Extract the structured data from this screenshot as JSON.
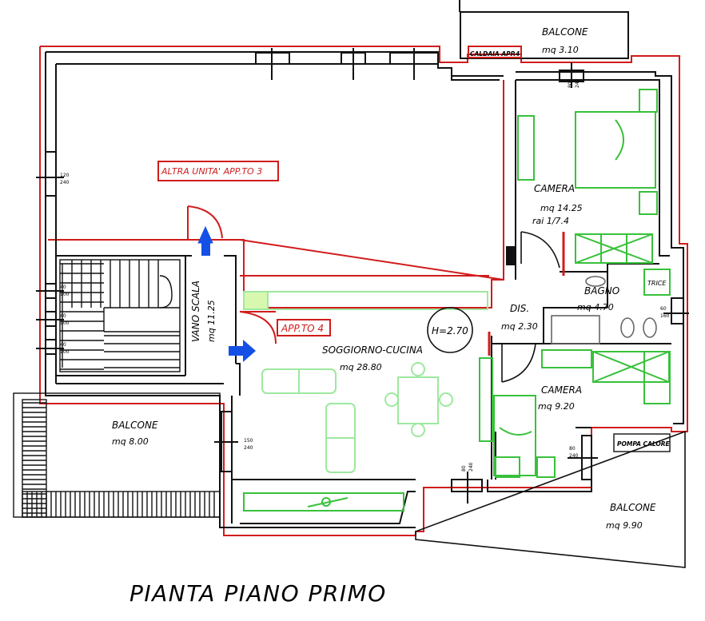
{
  "title": "PIANTA  PIANO  PRIMO",
  "colors": {
    "red": "#d11c1c",
    "green": "#38c13b",
    "lightgreen": "#9ee89f",
    "blue": "#1550e6",
    "black": "#111111"
  },
  "labels": {
    "balcone_top": "BALCONE",
    "balcone_top_area": "mq  3.10",
    "caldaia": "CALDAIA APP.4",
    "altra_unita": "ALTRA UNITA' APP.TO 3",
    "camera1": "CAMERA",
    "camera1_area": "mq  14.25",
    "camera1_rai": "rai  1/7.4",
    "bagno": "BAGNO",
    "bagno_area": "mq  4.70",
    "trice": "TRICE",
    "dis": "DIS.",
    "dis_area": "mq  2.30",
    "vano_scala": "VANO  SCALA",
    "vano_scala_area": "mq  11.25",
    "app_to_4": "APP.TO 4",
    "height": "H=2.70",
    "soggiorno": "SOGGIORNO-CUCINA",
    "soggiorno_area": "mq  28.80",
    "camera2": "CAMERA",
    "camera2_area": "mq  9.20",
    "balcone_left": "BALCONE",
    "balcone_left_area": "mq  8.00",
    "pompa": "POMPA CALORE",
    "balcone_right": "BALCONE",
    "balcone_right_area": "mq  9.90"
  },
  "window_tags": {
    "w_left": [
      "120",
      "240"
    ],
    "w_stair1": [
      "40",
      "100"
    ],
    "w_stair2": [
      "40",
      "100"
    ],
    "w_stair3": [
      "40",
      "100"
    ],
    "w_top_right": [
      "80",
      "240"
    ],
    "w_bagno": [
      "60",
      "160"
    ],
    "w_soggiorno": [
      "150",
      "240"
    ],
    "w_bottom": [
      "80",
      "240"
    ],
    "w_camera2": [
      "80",
      "240"
    ]
  }
}
